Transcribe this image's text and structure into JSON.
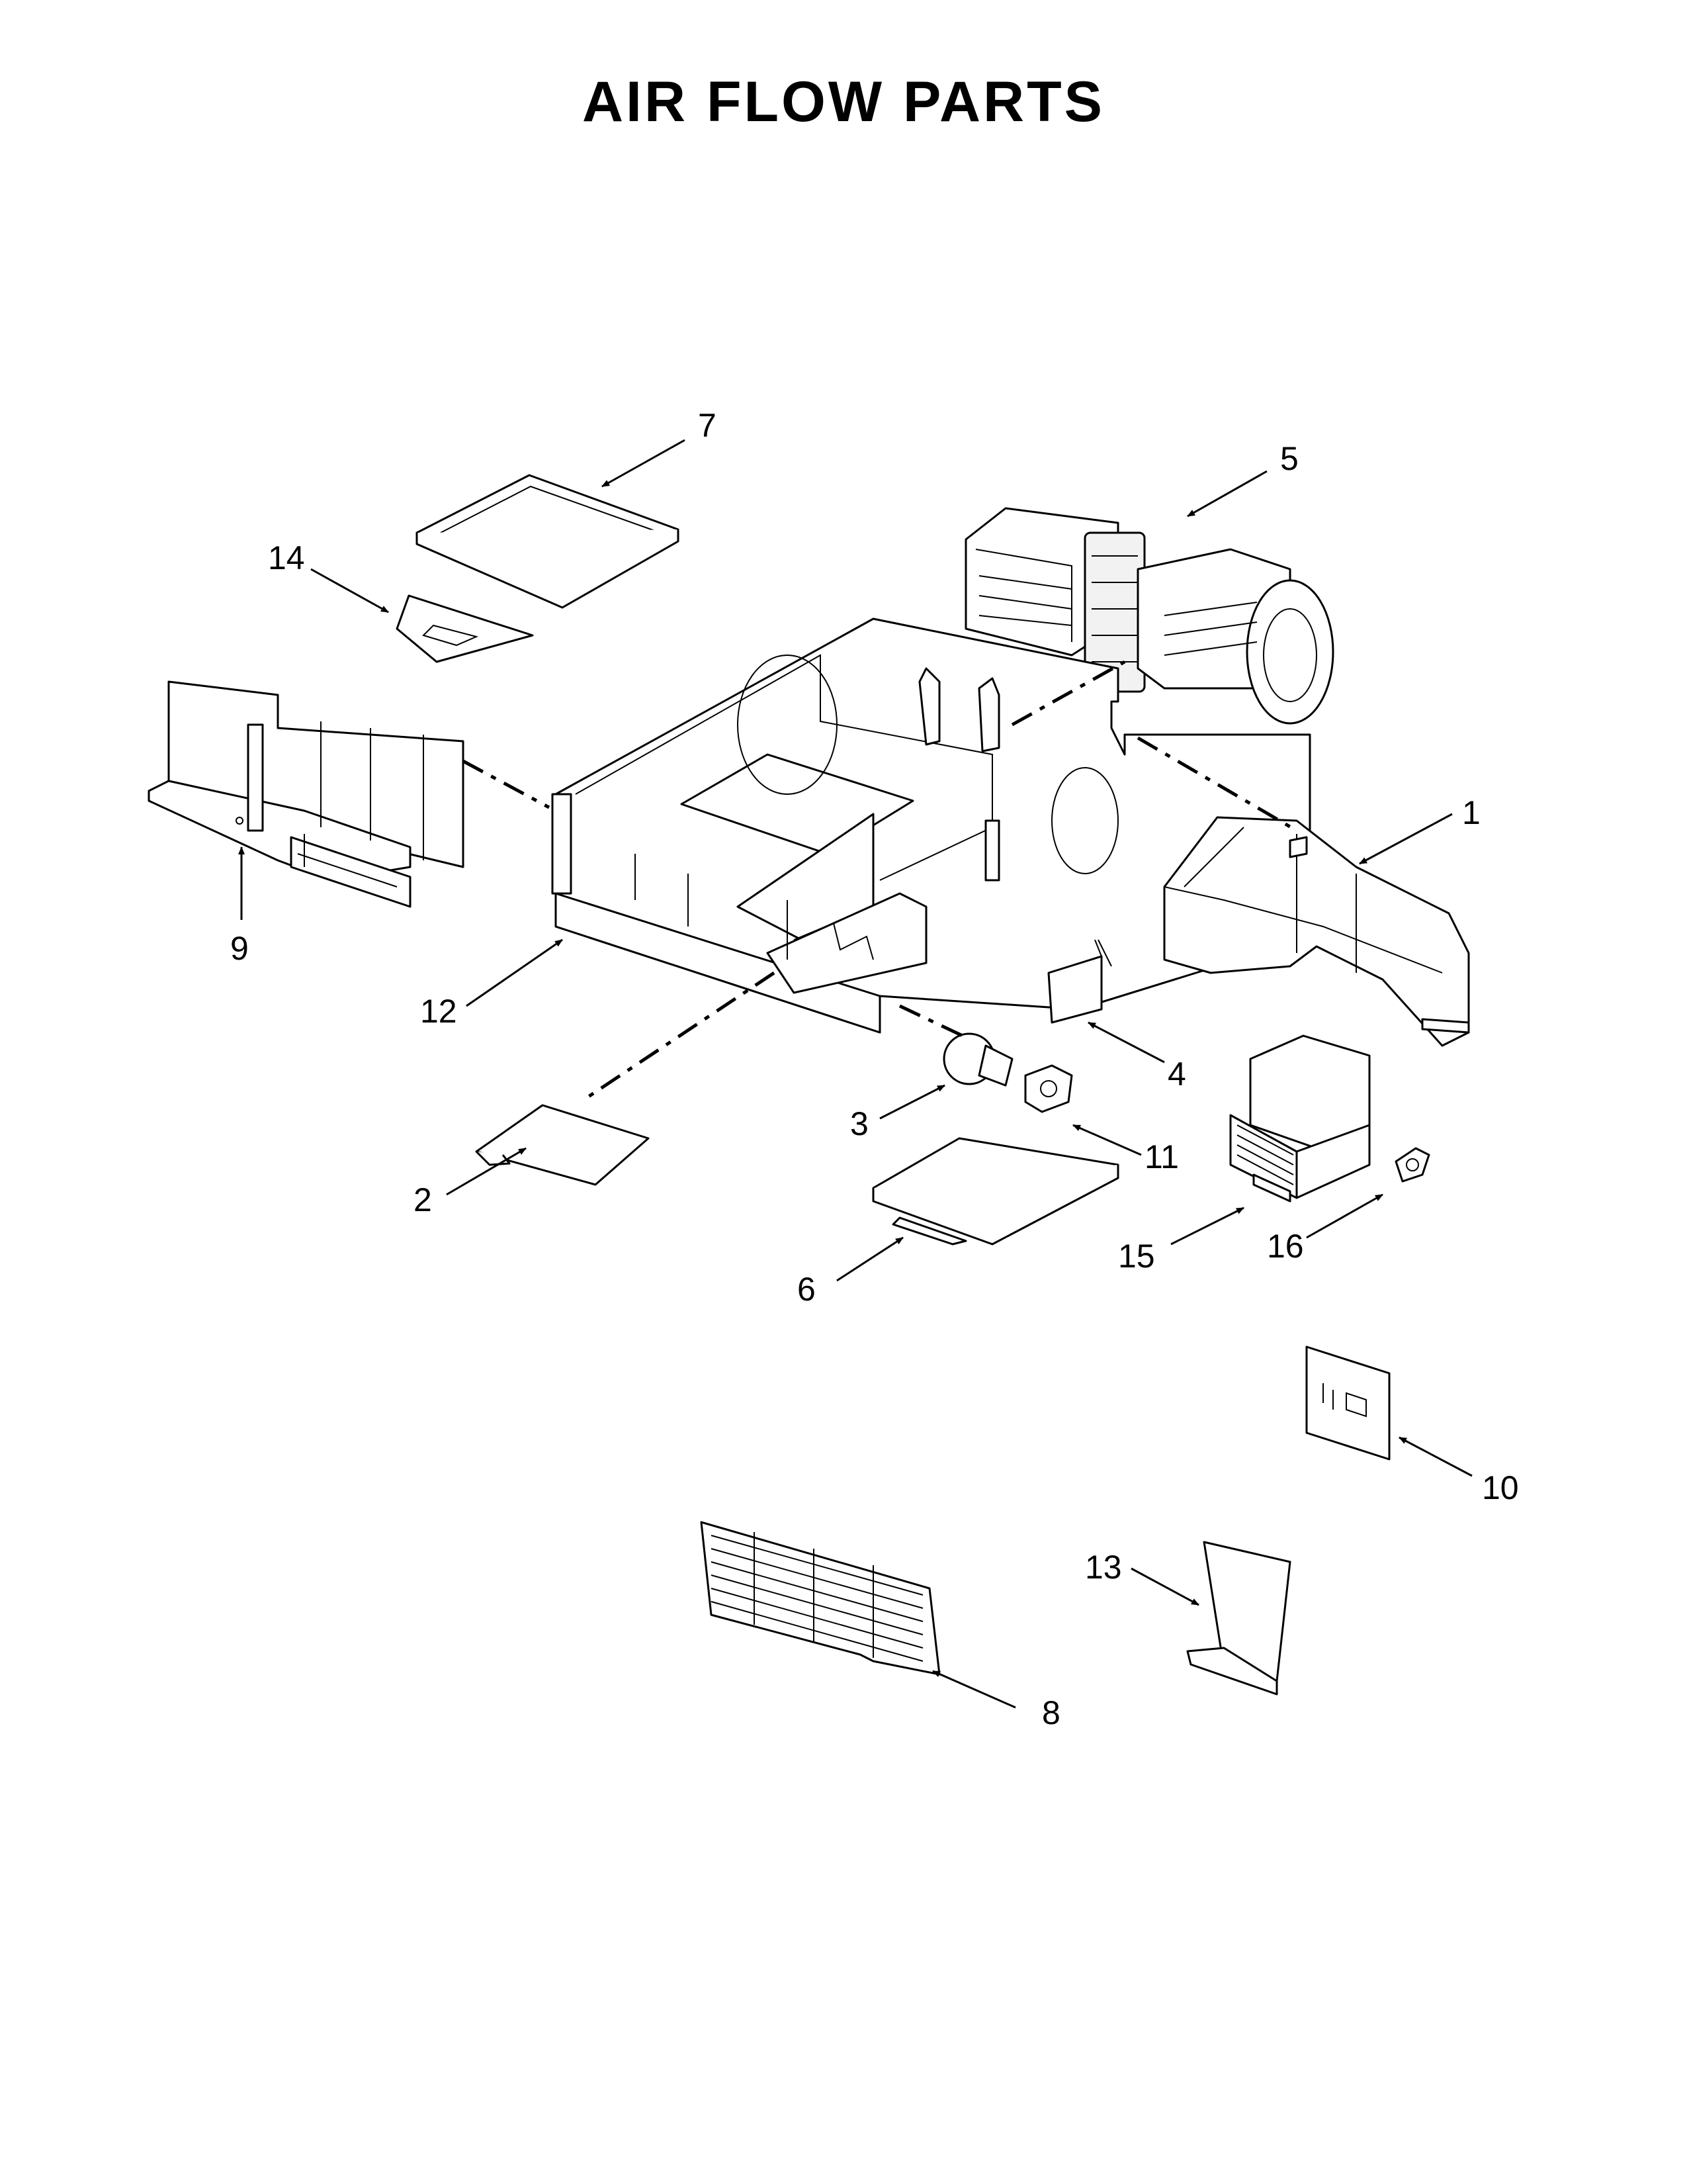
{
  "title": "AIR FLOW PARTS",
  "callouts": [
    "1",
    "2",
    "3",
    "4",
    "5",
    "6",
    "7",
    "8",
    "9",
    "10",
    "11",
    "12",
    "13",
    "14",
    "15",
    "16"
  ]
}
